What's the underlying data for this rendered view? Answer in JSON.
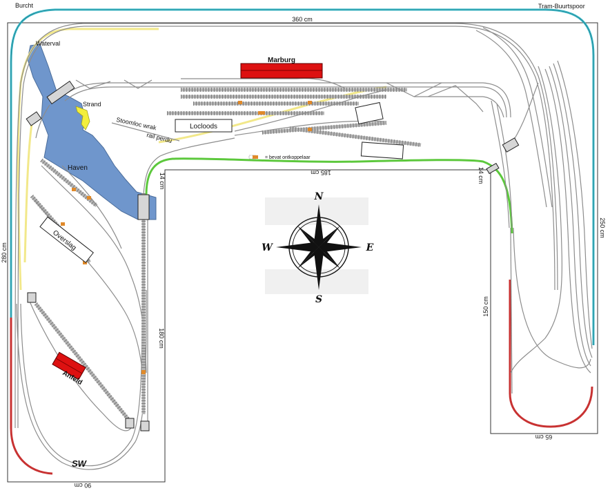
{
  "labels": {
    "burcht": "Burcht",
    "tram": "Tram-Buurtspoor",
    "waterval": "Waterval",
    "marburg": "Marburg",
    "strand": "Strand",
    "stoomloc": "Stoomloc wrak",
    "rail_perdu": "rail perdu",
    "locloods": "Locloods",
    "haven": "Haven",
    "overslag": "Overslag",
    "anfeld": "Anfeld",
    "sw": "SW",
    "legend": "= bevat ontkoppelaar"
  },
  "dimensions": {
    "top": "360 cm",
    "left": "280 cm",
    "right": "250 cm",
    "inner_top": "185 cm",
    "inner_left_small": "14 cm",
    "inner_right_small": "14 cm",
    "inner_left_long": "180 cm",
    "inner_right_long": "150 cm",
    "bottom_right": "65 cm",
    "bottom_left": "90 cm"
  },
  "compass": {
    "n": "N",
    "e": "E",
    "s": "S",
    "w": "W"
  },
  "colors": {
    "tram_track": "#3bb8c8",
    "yellow_track": "#f2e88a",
    "green_track": "#5cc83c",
    "red_track": "#c83232",
    "water": "#6f96cc",
    "building": "#dd1111",
    "uncoupler": "#e08a2a"
  }
}
